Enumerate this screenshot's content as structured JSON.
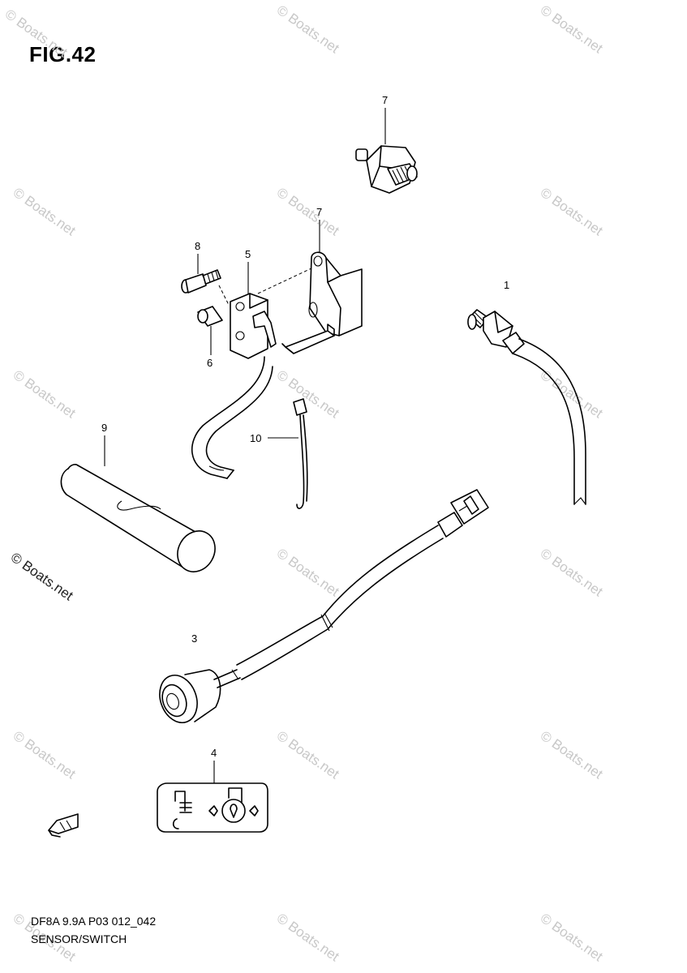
{
  "figure": {
    "title": "FIG.42",
    "code": "DF8A 9.9A P03 012_042",
    "name": "SENSOR/SWITCH"
  },
  "watermark": {
    "text": "© Boats.net"
  },
  "callouts": {
    "part_1": "1",
    "part_3": "3",
    "part_4": "4",
    "part_5": "5",
    "part_6": "6",
    "part_7a": "7",
    "part_7b": "7",
    "part_8": "8",
    "part_9": "9",
    "part_10": "10"
  }
}
